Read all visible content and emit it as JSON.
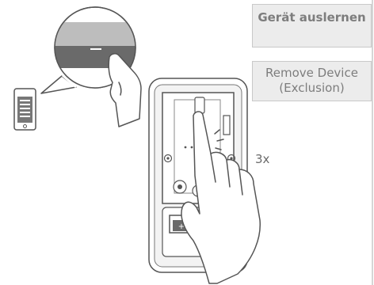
{
  "labels": {
    "german": "Gerät auslernen",
    "english": "Remove Device (Exclusion)"
  },
  "repeat_count": "3x",
  "colors": {
    "label_background": "#ececec",
    "label_text": "#7d7d7d",
    "line_art": "#555555",
    "line_fill_light": "#f3f3f3",
    "band_dark": "#6a6a6a",
    "band_light": "#bdbdbd"
  },
  "icons": [
    "smartphone-icon",
    "hand-icon",
    "device-icon",
    "battery-icon"
  ]
}
